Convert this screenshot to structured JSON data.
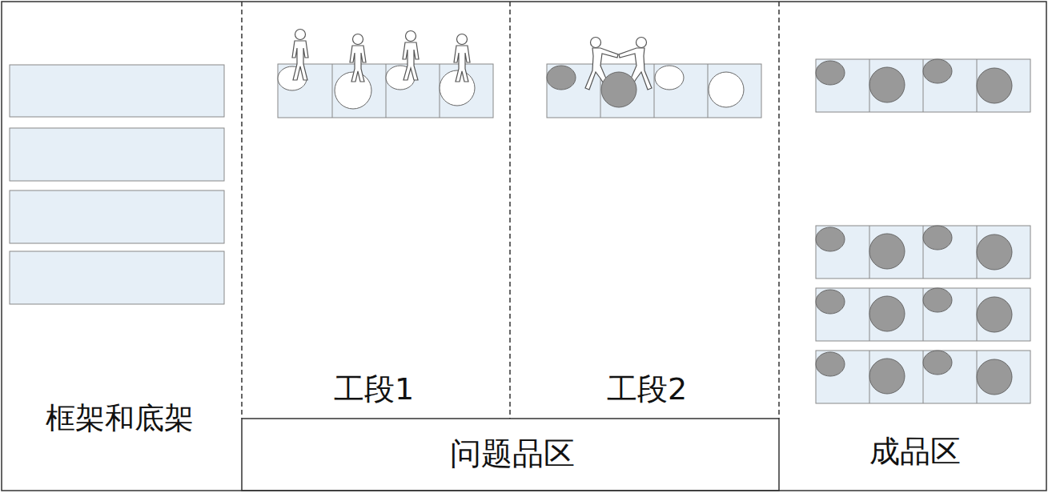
{
  "diagram": {
    "nodes": [
      {
        "text": [
          "框架和底架"
        ]
      },
      {
        "text": [
          "工段1"
        ]
      },
      {
        "text": [
          "工段2"
        ]
      },
      {
        "text": [
          "问题品区"
        ]
      },
      {
        "text": [
          "成品区"
        ]
      }
    ]
  }
}
